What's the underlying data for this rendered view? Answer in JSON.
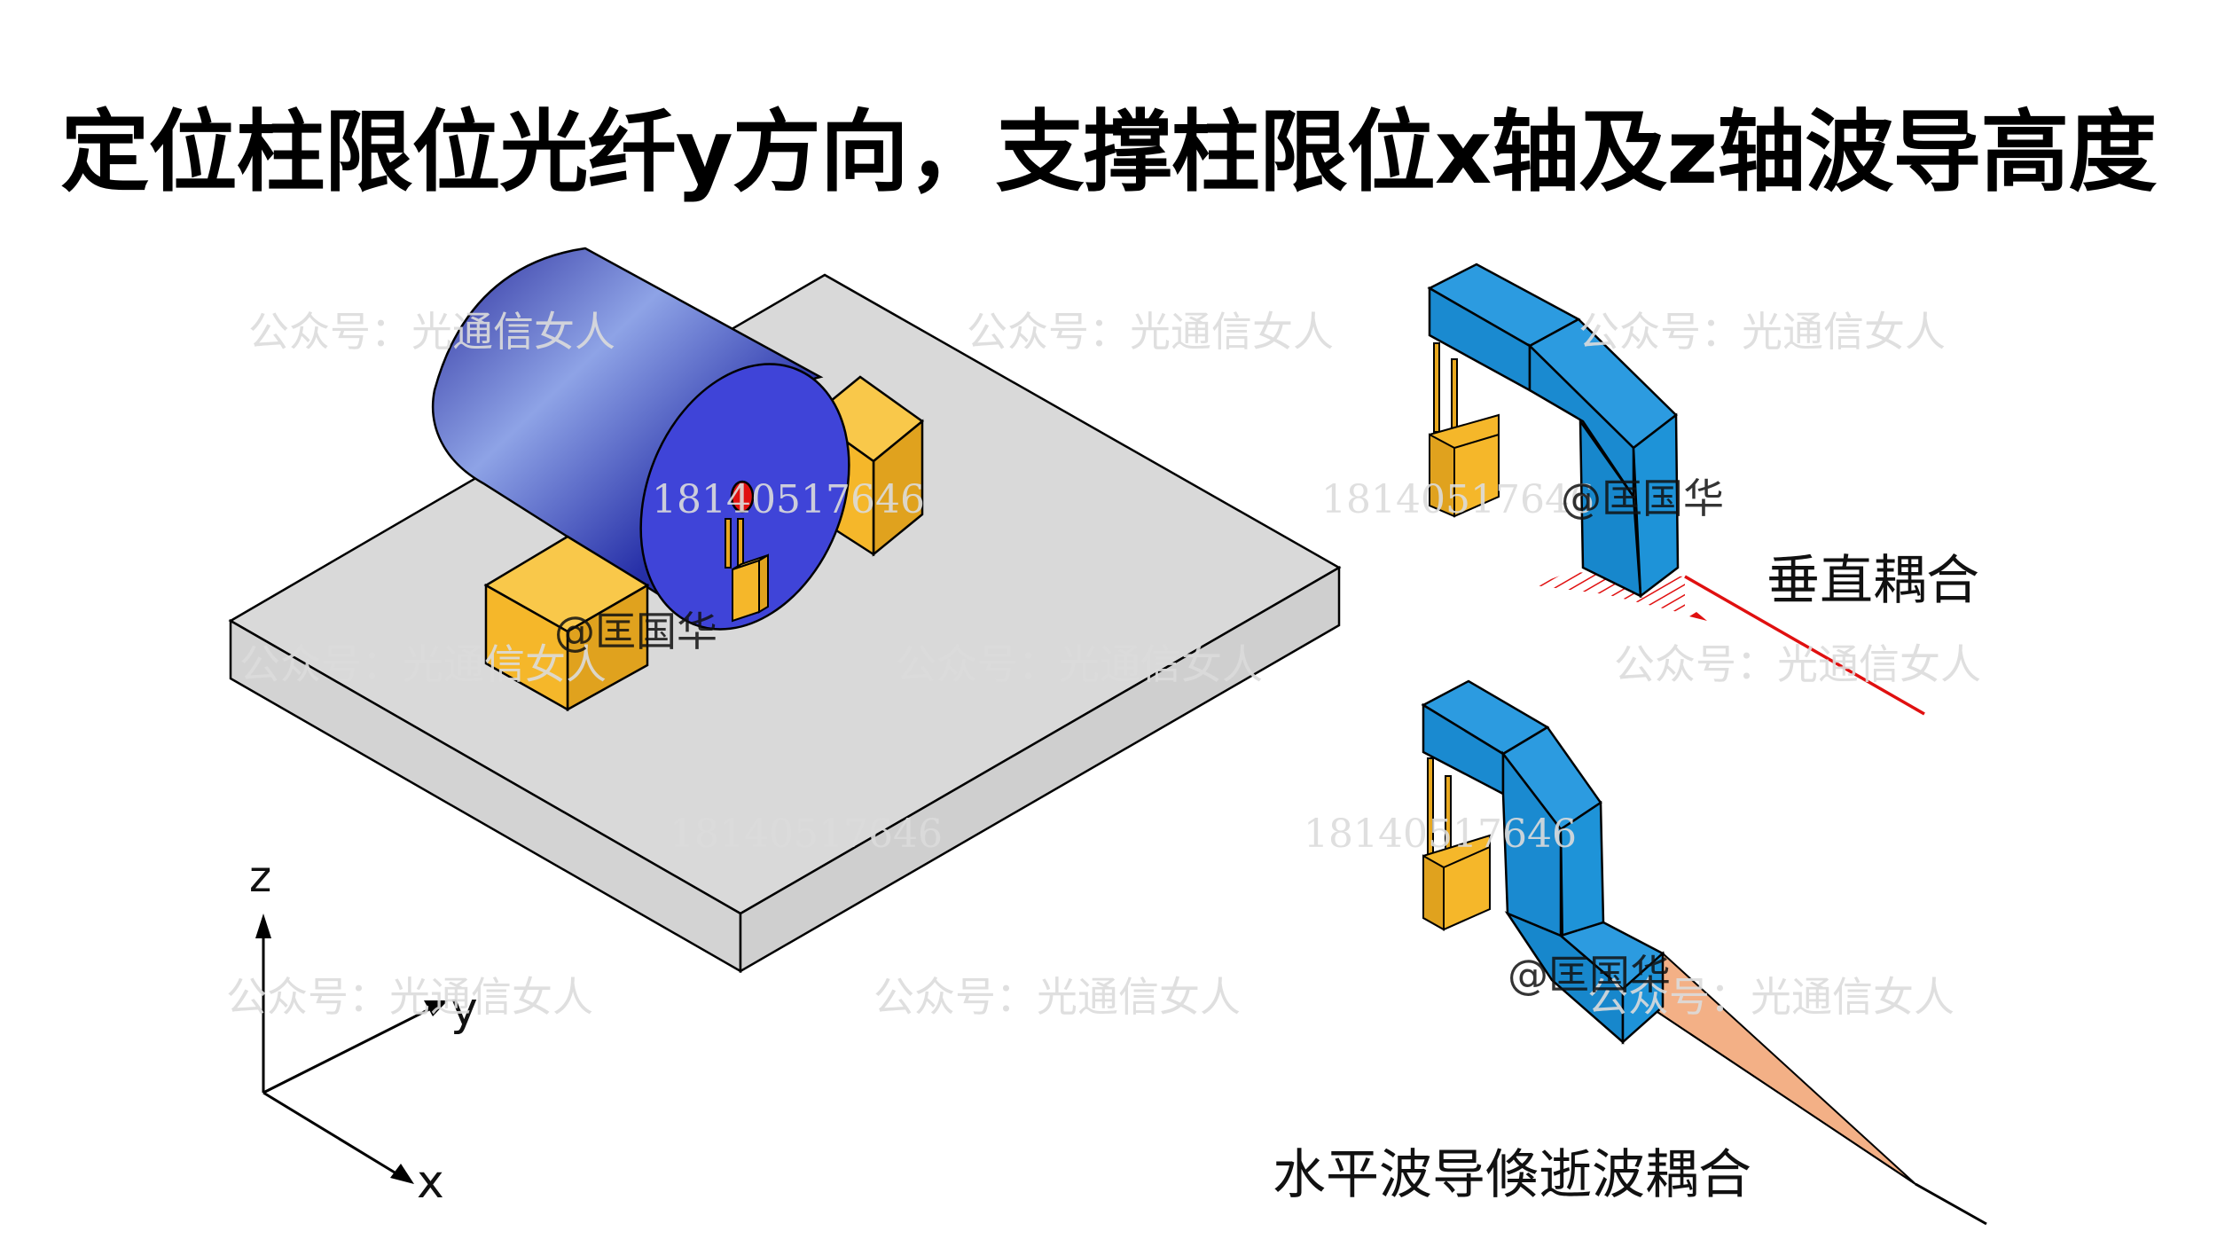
{
  "title": "定位柱限位光纤y方向，支撑柱限位x轴及z轴波导高度",
  "labels": {
    "vertical": "垂直耦合",
    "horizontal": "水平波导倏逝波耦合",
    "axis_x": "x",
    "axis_y": "y",
    "axis_z": "z"
  },
  "watermarks": {
    "account": "公众号：光通信女人",
    "phone": "18140517646",
    "author": "@匡国华"
  },
  "colors": {
    "cylinder_face": "#3f44d8",
    "blocks": "#f5b72a",
    "waveguide": "#1a8ad0",
    "platform": "#d9d9d9",
    "fiber_red": "#e01010",
    "taper_fill": "#f3b086"
  }
}
